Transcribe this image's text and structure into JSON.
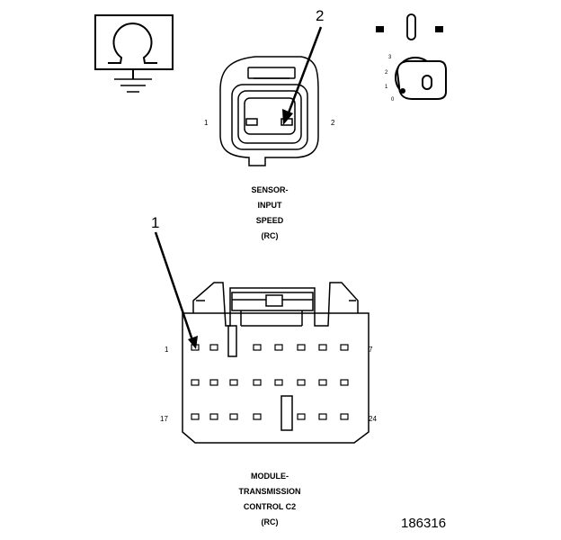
{
  "sensor_connector": {
    "name_lines": [
      "SENSOR-",
      "INPUT",
      "SPEED",
      "(RC)"
    ],
    "pin_left": "1",
    "pin_right": "2",
    "callout": "2"
  },
  "module_connector": {
    "name_lines": [
      "MODULE-",
      "TRANSMISSION",
      "CONTROL C2",
      "(RC)"
    ],
    "pin_top_left": "1",
    "pin_top_right": "7",
    "pin_bottom_left": "17",
    "pin_bottom_right": "24",
    "callout": "1"
  },
  "ignition_key": {
    "positions": [
      "3",
      "2",
      "1",
      "0"
    ]
  },
  "figure_number": "186316"
}
